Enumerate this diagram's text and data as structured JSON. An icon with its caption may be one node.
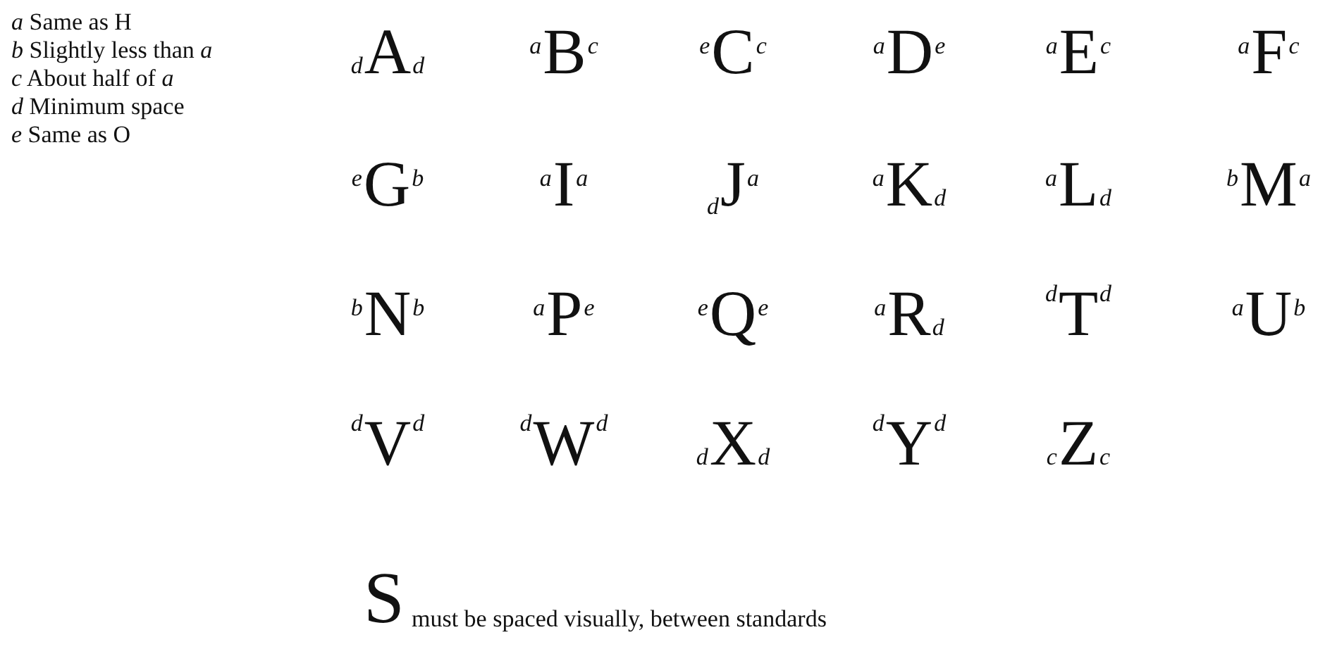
{
  "diagram": {
    "labels": [
      "*a* Same as H",
      "*b* Slightly less than *a*",
      "*c* About half of *a*",
      "*d* Minimum space",
      "*e* Same as O",
      "d",
      "A",
      "d",
      "a",
      "B",
      "c",
      "e",
      "C",
      "c",
      "a",
      "D",
      "e",
      "a",
      "E",
      "c",
      "a",
      "F",
      "c",
      "e",
      "G",
      "b",
      "a",
      "I",
      "a",
      "d",
      "J",
      "a",
      "a",
      "K",
      "d",
      "a",
      "L",
      "d",
      "b",
      "M",
      "a",
      "b",
      "N",
      "b",
      "a",
      "P",
      "e",
      "e",
      "Q",
      "e",
      "a",
      "R",
      "d",
      "d",
      "T",
      "d",
      "a",
      "U",
      "b",
      "d",
      "V",
      "d",
      "d",
      "W",
      "d",
      "d",
      "X",
      "d",
      "d",
      "Y",
      "d",
      "c",
      "Z",
      "c",
      "S",
      "must be spaced visually, between standards"
    ]
  }
}
